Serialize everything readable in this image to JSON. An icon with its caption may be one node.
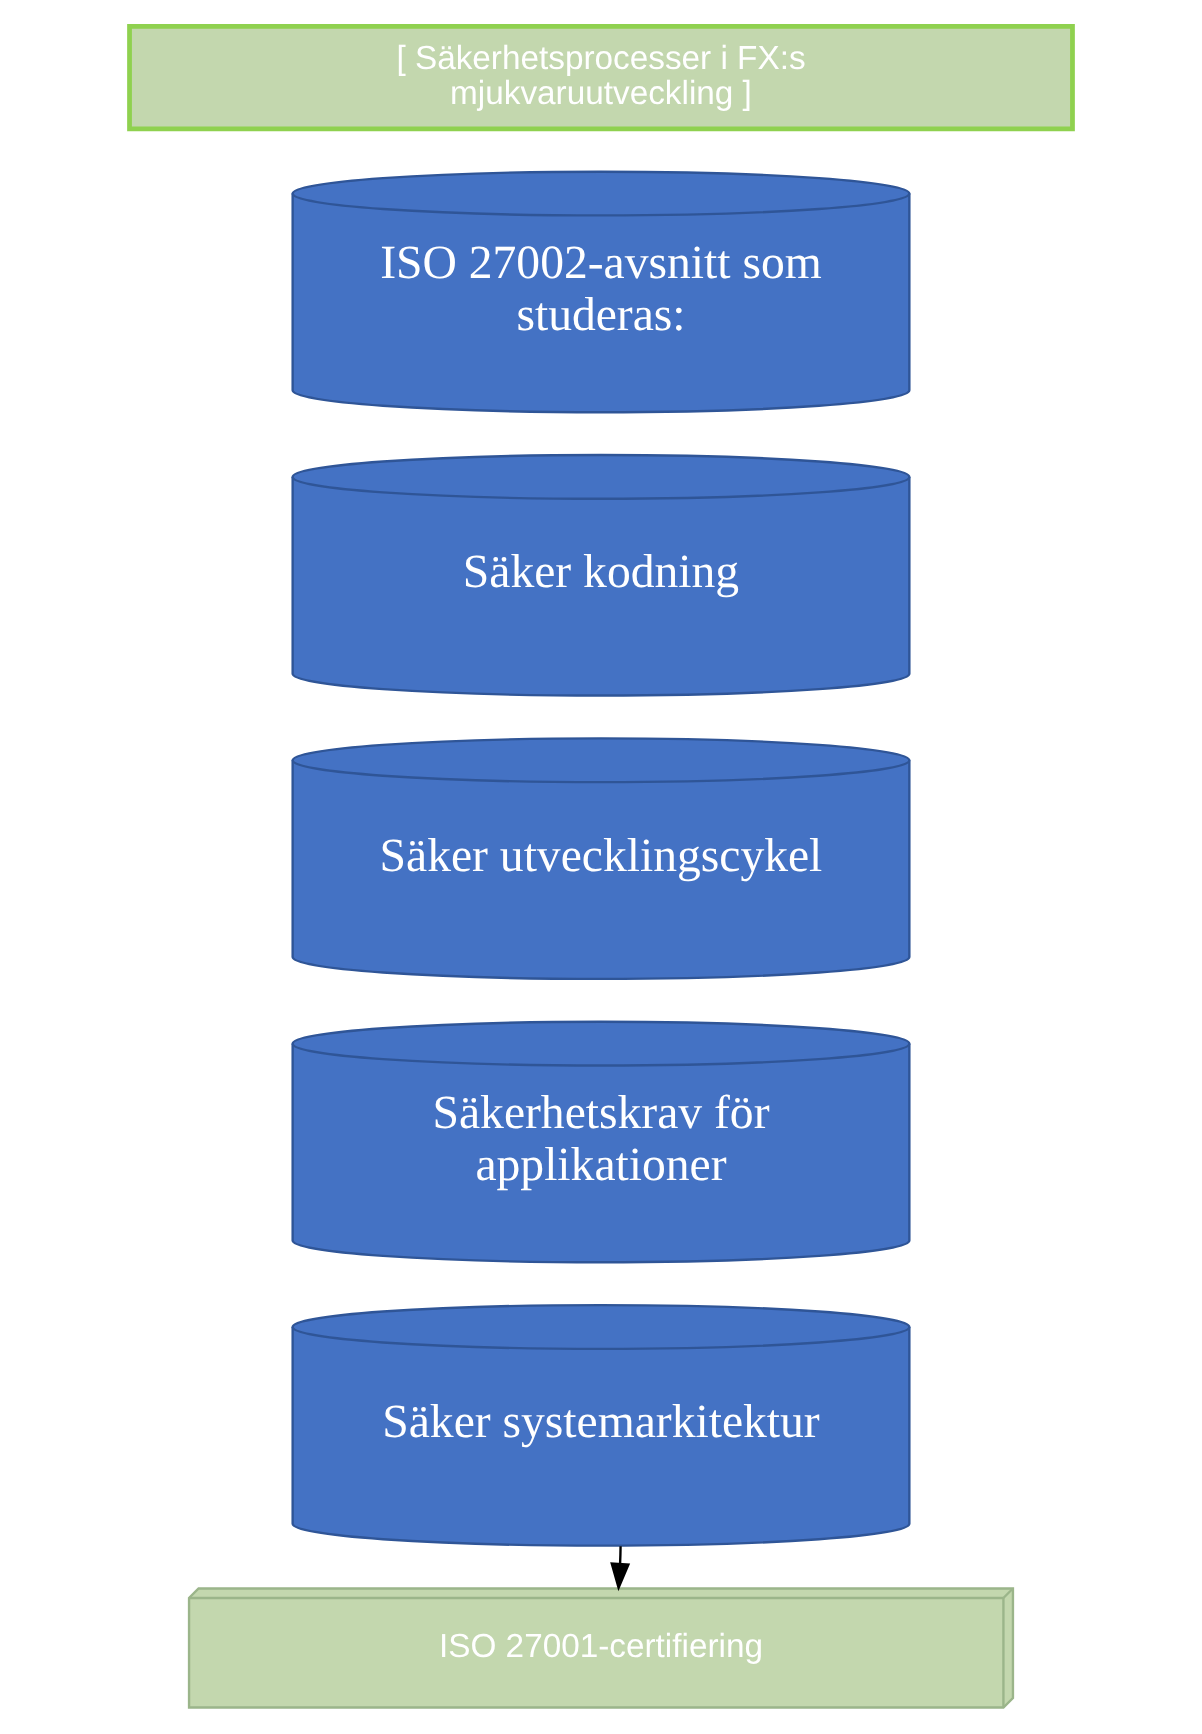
{
  "diagram": {
    "nodes": [
      {
        "text": [
          "[ Säkerhetsprocesser i FX:s mjukvaruutveckling ]"
        ]
      },
      {
        "text": [
          "ISO 27002-avsnitt som studeras:"
        ]
      },
      {
        "text": [
          "Säker kodning"
        ]
      },
      {
        "text": [
          "Säker utvecklingscykel"
        ]
      },
      {
        "text": [
          "Säkerhetskrav för applikationer"
        ]
      },
      {
        "text": [
          "Säker systemarkitektur"
        ]
      },
      {
        "text": [
          "ISO 27001-certifiering"
        ]
      }
    ],
    "edges": [
      {
        "from": 5,
        "to": 6,
        "arrow": "to"
      }
    ]
  }
}
